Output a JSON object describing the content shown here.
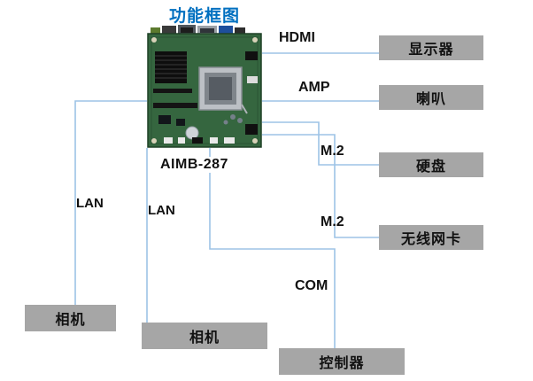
{
  "title": "功能框图",
  "board": {
    "model": "AIMB-287"
  },
  "connections": {
    "hdmi": {
      "label": "HDMI",
      "target": "显示器"
    },
    "amp": {
      "label": "AMP",
      "target": "喇叭"
    },
    "m2_disk": {
      "label": "M.2",
      "target": "硬盘"
    },
    "m2_wifi": {
      "label": "M.2",
      "target": "无线网卡"
    },
    "com": {
      "label": "COM",
      "target": "控制器"
    },
    "lan_left": {
      "label": "LAN",
      "target": "相机"
    },
    "lan_mid": {
      "label": "LAN",
      "target": "相机"
    }
  },
  "colors": {
    "title_text": "#0070C0",
    "node_fill": "#A6A6A6",
    "node_text": "#111111",
    "connector_line": "#9DC3E6"
  }
}
